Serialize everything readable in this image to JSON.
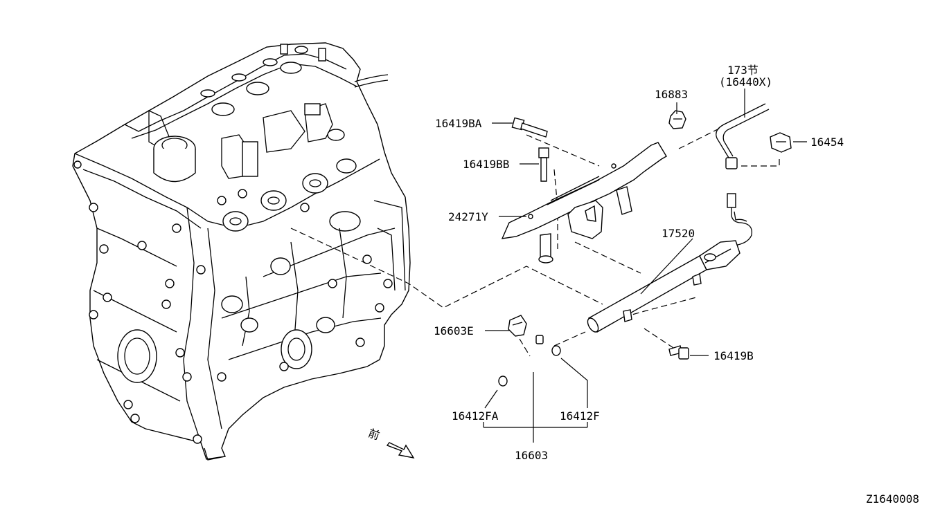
{
  "diagram_id": "Z1640008",
  "front_mark": "前",
  "parts": {
    "p16419BA": "16419BA",
    "p16419BB": "16419BB",
    "p24271Y": "24271Y",
    "p16883": "16883",
    "p173": "173节",
    "p16440X": "(16440X)",
    "p16454": "16454",
    "p17520": "17520",
    "p16603E": "16603E",
    "p16419B": "16419B",
    "p16412FA": "16412FA",
    "p16412F": "16412F",
    "p16603": "16603"
  }
}
